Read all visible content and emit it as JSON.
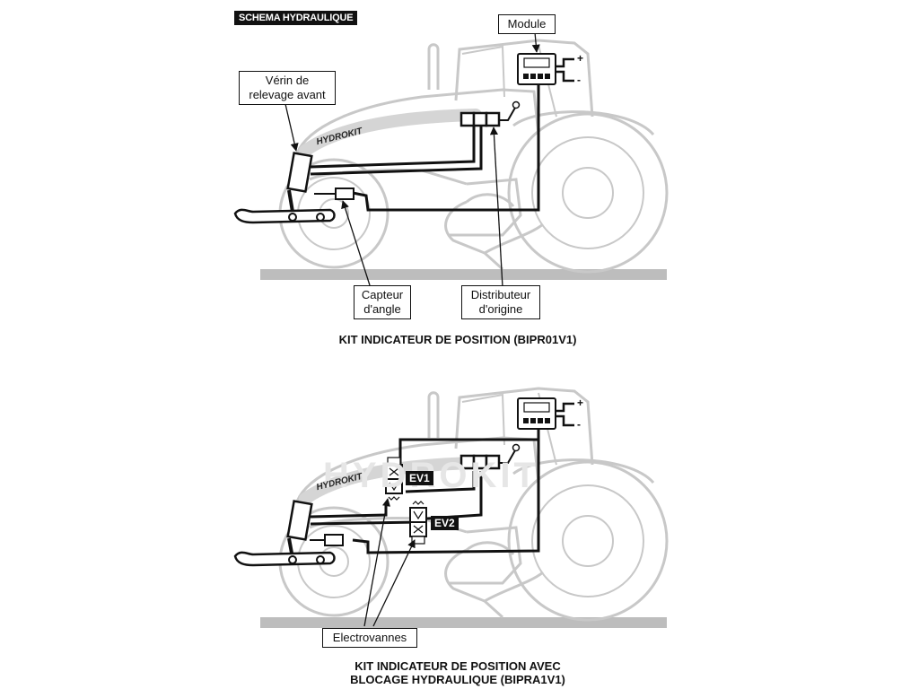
{
  "header": {
    "title": "SCHEMA HYDRAULIQUE"
  },
  "diagram1": {
    "labels": {
      "module": "Module",
      "verin": [
        "Vérin de",
        "relevage avant"
      ],
      "capteur": [
        "Capteur",
        "d'angle"
      ],
      "distributeur": [
        "Distributeur",
        "d'origine"
      ]
    },
    "brand": "HYDROKIT",
    "plus": "+",
    "minus": "-",
    "caption": "KIT INDICATEUR DE POSITION (BIPR01V1)"
  },
  "diagram2": {
    "labels": {
      "electrovannes": "Electrovannes",
      "ev1": "EV1",
      "ev2": "EV2"
    },
    "brand": "HYDROKIT",
    "watermark": "HYDROKIT",
    "plus": "+",
    "minus": "-",
    "caption": [
      "KIT INDICATEUR DE POSITION AVEC",
      "BLOCAGE HYDRAULIQUE (BIPRA1V1)"
    ]
  },
  "colors": {
    "line": "#111111",
    "tractor": "#c8c8c8",
    "ground": "#bdbdbd",
    "background": "#ffffff"
  }
}
